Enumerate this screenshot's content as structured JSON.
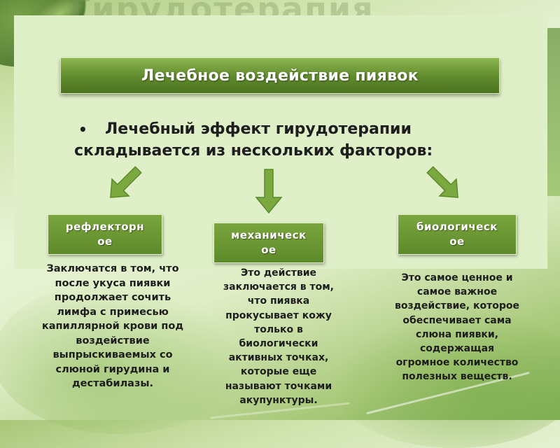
{
  "background_title": "Гирудотерапия",
  "title": "Лечебное воздействие пиявок",
  "bullet": {
    "symbol": "•",
    "line1": "Лечебный эффект гирудотерапии",
    "line2": "складывается из нескольких факторов:"
  },
  "factors": [
    {
      "label": "рефлекторн\nое",
      "description": "Заключатся в том, что\nпосле укуса пиявки\nпродолжает сочить\nлимфа с примесью\nкапиллярной крови под\nвоздействие\nвыпрыскиваемых со\nслюной гирудина и\nдестабилазы."
    },
    {
      "label": "механическ\nое",
      "description": "Это действие\nзаключается в том,\nчто пиявка\nпрокусывает кожу\nтолько в\nбиологически\nактивных точках,\nкоторые еще\nназывают точками\nакупунктуры."
    },
    {
      "label": "биологическ\nое",
      "description": "Это самое ценное и\nсамое важное\nвоздействие, которое\nобеспечивает сама\nслюна пиявки,\nсодержащая\nогромное количество\nполезных веществ."
    }
  ],
  "icons": {
    "arrows": "arrow-down-icon"
  },
  "colors": {
    "panel": "#dff0c8",
    "title_bar": "#5f8a2c",
    "factor_box": "#6a9633",
    "arrow": "#7ba83f",
    "text": "#1e1e1e"
  }
}
